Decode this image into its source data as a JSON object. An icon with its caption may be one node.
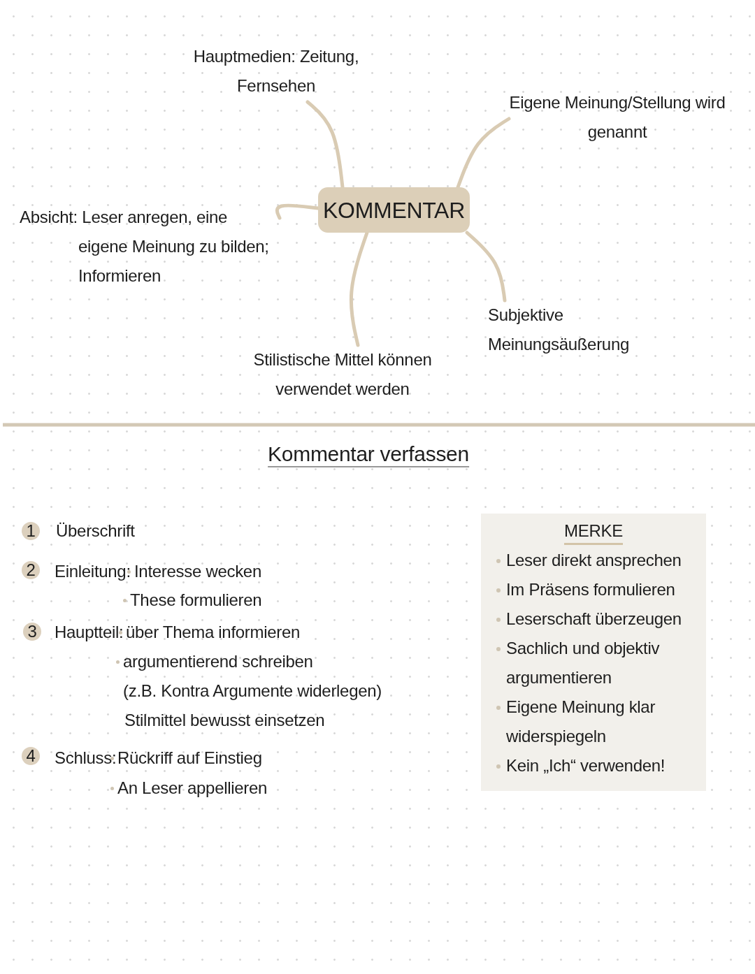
{
  "diagram": {
    "nodes": [
      {
        "text": [
          "KOMMENTAR"
        ]
      },
      {
        "text": [
          "Hauptmedien: Zeitung, Fernsehen"
        ]
      },
      {
        "text": [
          "Eigene Meinung/Stellung wird genannt"
        ]
      },
      {
        "text": [
          "Absicht: Leser anregen, eine eigene Meinung zu bilden; Informieren"
        ]
      },
      {
        "text": [
          "Subjektive Meinungsäußerung"
        ]
      },
      {
        "text": [
          "Stilistische Mittel können verwendet werden"
        ]
      },
      {
        "text": [
          "MERKE",
          "Leser direkt ansprechen",
          "Im Präsens formulieren",
          "Leserschaft überzeugen",
          "Sachlich und objektiv argumentieren",
          "Eigene Meinung klar widerspiegeln",
          "Kein „Ich“ verwenden!"
        ]
      }
    ],
    "edges": [
      {
        "from": 0,
        "to": 1,
        "arrow": "none"
      },
      {
        "from": 0,
        "to": 2,
        "arrow": "none"
      },
      {
        "from": 0,
        "to": 3,
        "arrow": "none"
      },
      {
        "from": 0,
        "to": 4,
        "arrow": "none"
      },
      {
        "from": 0,
        "to": 5,
        "arrow": "none"
      }
    ],
    "labels": [
      "Kommentar verfassen",
      "1",
      "Überschrift",
      "2",
      "Einleitung:",
      "Interesse wecken",
      "These formulieren",
      "3",
      "Hauptteil:",
      "über Thema informieren",
      "argumentierend schreiben",
      "(z.B. Kontra Argumente widerlegen)",
      "Stilmittel bewusst einsetzen",
      "4",
      "Schluss:",
      "Rückriff auf Einstieg",
      "An Leser appellieren"
    ]
  }
}
